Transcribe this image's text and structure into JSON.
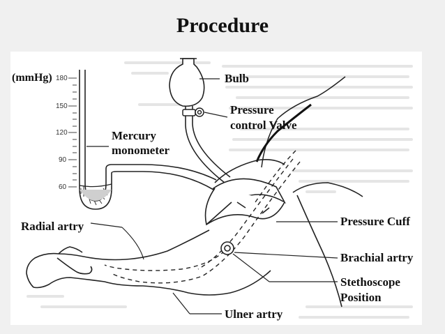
{
  "title": "Procedure",
  "scale": {
    "unit": "(mmHg)",
    "ticks": [
      "180",
      "150",
      "120",
      "90",
      "60"
    ]
  },
  "labels": {
    "bulb": "Bulb",
    "valve_line1": "Pressure",
    "valve_line2": "control Valve",
    "mercury_line1": "Mercury",
    "mercury_line2": "monometer",
    "radial": "Radial artry",
    "cuff": "Pressure Cuff",
    "brachial": "Brachial artry",
    "stetho_line1": "Stethoscope",
    "stetho_line2": "Position",
    "ulner": "Ulner artry"
  },
  "colors": {
    "background": "#f0f0f0",
    "panel": "#ffffff",
    "ink": "#111111"
  }
}
